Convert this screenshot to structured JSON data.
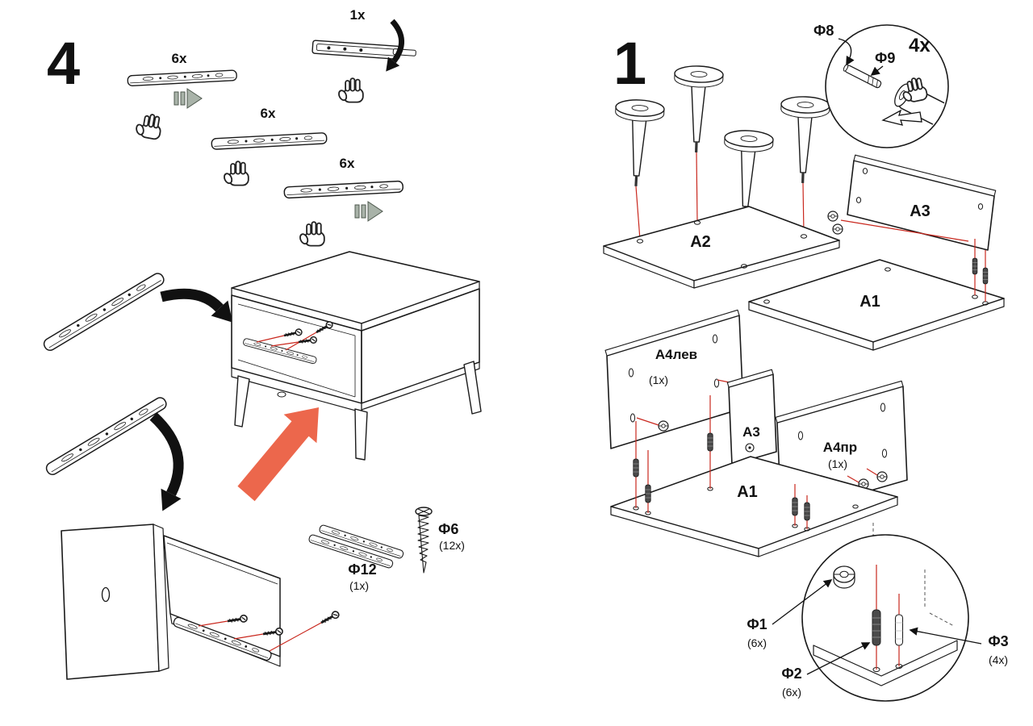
{
  "document": {
    "type": "furniture-assembly-instructions",
    "background": "#ffffff"
  },
  "colors": {
    "line": "#1a1a1a",
    "guide_red": "#c9281e",
    "arrow_red": "#ec674c",
    "arrow_gray": "#a9b3a9"
  },
  "step4": {
    "number": "4",
    "rail1_qty": "6x",
    "rail_detail_qty": "1x",
    "rail2_qty": "6x",
    "rail3_qty": "6x",
    "part_f12": {
      "label": "Ф12",
      "qty": "(1x)"
    },
    "part_f6": {
      "label": "Ф6",
      "qty": "(12x)"
    }
  },
  "step1": {
    "number": "1",
    "detail_top": {
      "f8": "Ф8",
      "f9": "Ф9",
      "qty": "4x"
    },
    "panels": {
      "a2": "A2",
      "a3_top": "A3",
      "a1_top": "A1",
      "a4_left": "А4лев",
      "a4_left_qty": "(1x)",
      "a3_mid": "A3",
      "a4_right": "А4пр",
      "a4_right_qty": "(1x)",
      "a1_bottom": "A1"
    },
    "detail_bottom": {
      "f1": "Ф1",
      "f1_qty": "(6x)",
      "f2": "Ф2",
      "f2_qty": "(6x)",
      "f3": "Ф3",
      "f3_qty": "(4x)"
    }
  }
}
